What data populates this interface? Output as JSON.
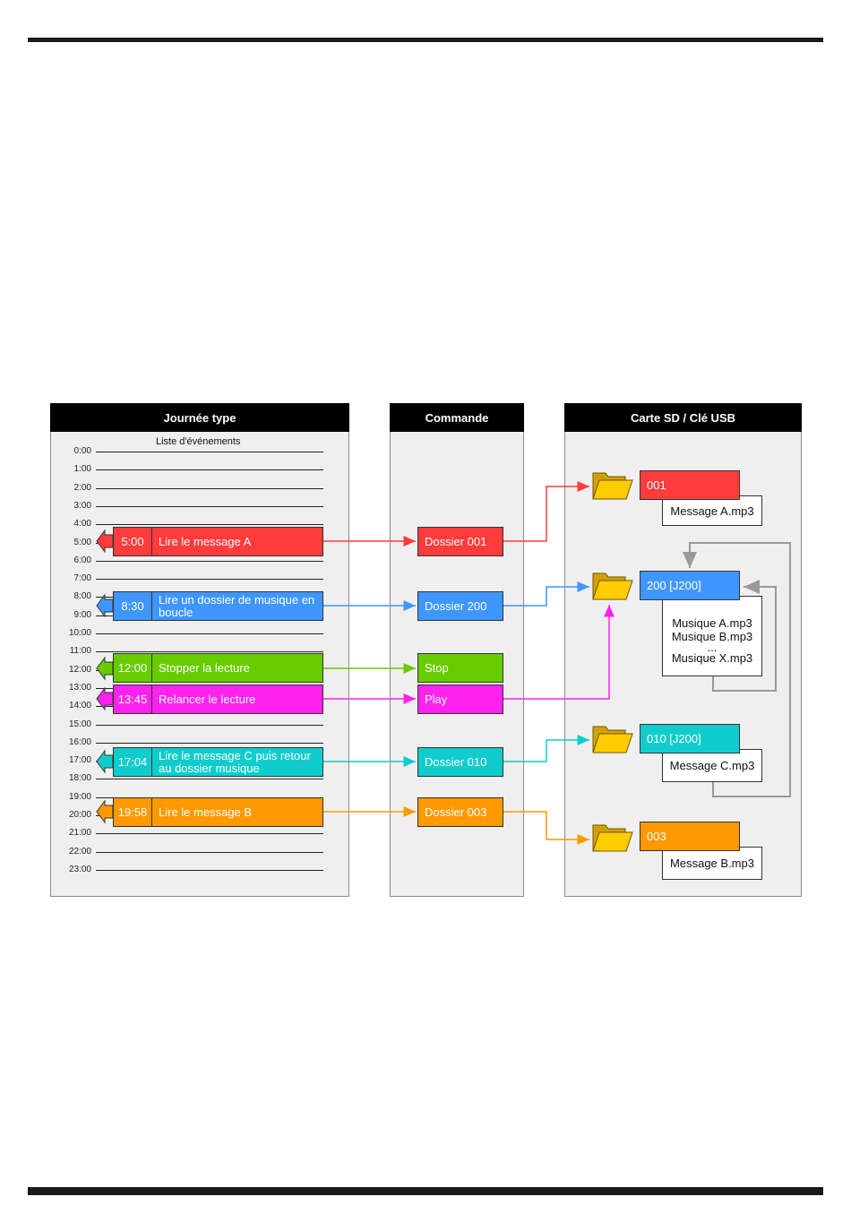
{
  "headers": {
    "journee": "Journée type",
    "commande": "Commande",
    "carte": "Carte SD / Clé USB"
  },
  "subtitle": "Liste d'événements",
  "hours": [
    "0:00",
    "1:00",
    "2:00",
    "3:00",
    "4:00",
    "5:00",
    "6:00",
    "7:00",
    "8:00",
    "9:00",
    "10:00",
    "11:00",
    "12:00",
    "13:00",
    "14:00",
    "15:00",
    "16:00",
    "17:00",
    "18:00",
    "19:00",
    "20:00",
    "21:00",
    "22:00",
    "23:00"
  ],
  "events": [
    {
      "time": "5:00",
      "label": "Lire le message A",
      "color": "#ff3b3b"
    },
    {
      "time": "8:30",
      "label": "Lire un dossier de musique en boucle",
      "color": "#3f96ff"
    },
    {
      "time": "12:00",
      "label": "Stopper la lecture",
      "color": "#66cc00"
    },
    {
      "time": "13:45",
      "label": "Relancer le lecture",
      "color": "#ff22ee"
    },
    {
      "time": "17:04",
      "label": "Lire le message C puis retour au dossier musique",
      "color": "#11cccc"
    },
    {
      "time": "19:58",
      "label": "Lire le message B",
      "color": "#ff9900"
    }
  ],
  "commands": [
    {
      "label": "Dossier 001",
      "color": "#ff3b3b"
    },
    {
      "label": "Dossier 200",
      "color": "#3f96ff"
    },
    {
      "label": "Stop",
      "color": "#66cc00"
    },
    {
      "label": "Play",
      "color": "#ff22ee"
    },
    {
      "label": "Dossier 010",
      "color": "#11cccc"
    },
    {
      "label": "Dossier 003",
      "color": "#ff9900"
    }
  ],
  "folders": [
    {
      "name": "001",
      "color": "#ff3b3b",
      "files": [
        "Message A.mp3"
      ]
    },
    {
      "name": "200 [J200]",
      "color": "#3f96ff",
      "files": [
        "Musique A.mp3",
        "Musique B.mp3",
        "...",
        "Musique X.mp3"
      ]
    },
    {
      "name": "010 [J200]",
      "color": "#11cccc",
      "files": [
        "Message C.mp3"
      ]
    },
    {
      "name": "003",
      "color": "#ff9900",
      "files": [
        "Message B.mp3"
      ]
    }
  ],
  "colors": {
    "folder_fill": "#ffcc00",
    "folder_back": "#d4a000",
    "loop_arrow": "#999999"
  }
}
